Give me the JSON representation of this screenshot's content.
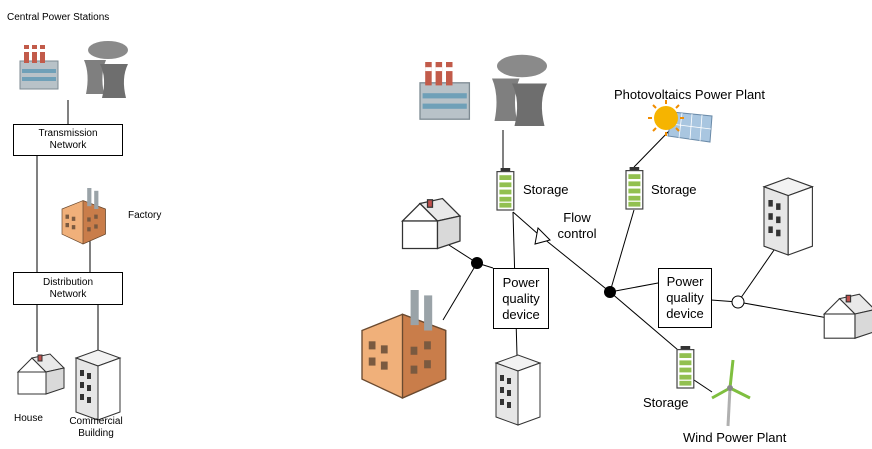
{
  "left": {
    "title": "Central Power Stations",
    "transmission": "Transmission\nNetwork",
    "distribution": "Distribution\nNetwork",
    "factory": "Factory",
    "house": "House",
    "commercial": "Commercial\nBuilding"
  },
  "right": {
    "storage_1": "Storage",
    "storage_2": "Storage",
    "storage_3": "Storage",
    "flow_control": "Flow\ncontrol",
    "pq_device_1": "Power\nquality\ndevice",
    "pq_device_2": "Power\nquality\ndevice",
    "pv_plant": "Photovoltaics Power Plant",
    "wind_plant": "Wind Power Plant"
  }
}
